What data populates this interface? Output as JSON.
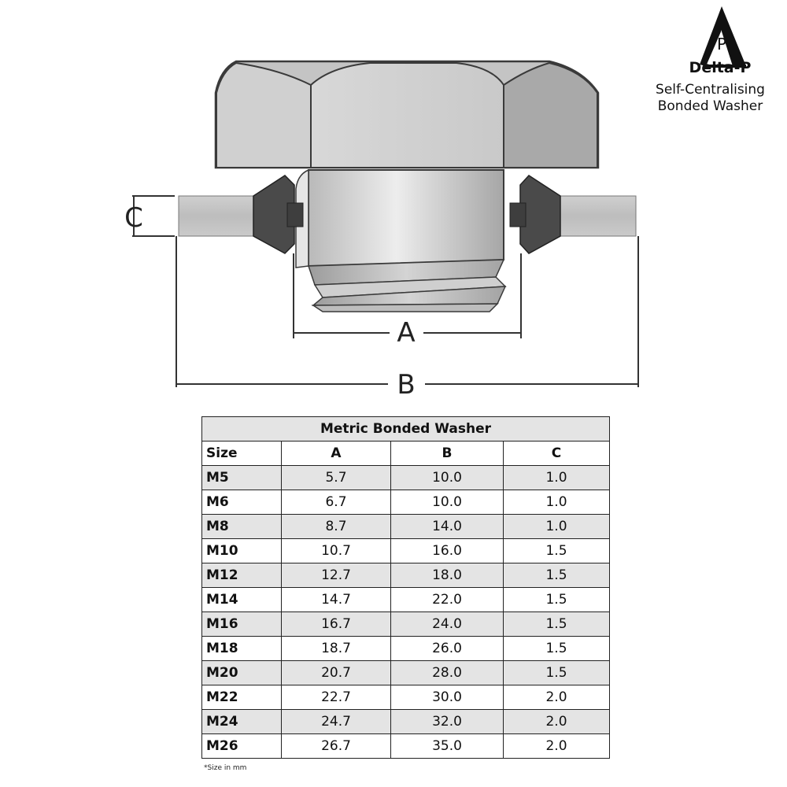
{
  "brand": {
    "logo_letter": "P",
    "name": "Delta-P"
  },
  "caption": {
    "line1": "Self-Centralising",
    "line2": "Bonded Washer"
  },
  "dimensions": {
    "a": "A",
    "b": "B",
    "c": "C"
  },
  "table": {
    "title": "Metric Bonded Washer",
    "headers": [
      "Size",
      "A",
      "B",
      "C"
    ],
    "rows": [
      [
        "M5",
        "5.7",
        "10.0",
        "1.0"
      ],
      [
        "M6",
        "6.7",
        "10.0",
        "1.0"
      ],
      [
        "M8",
        "8.7",
        "14.0",
        "1.0"
      ],
      [
        "M10",
        "10.7",
        "16.0",
        "1.5"
      ],
      [
        "M12",
        "12.7",
        "18.0",
        "1.5"
      ],
      [
        "M14",
        "14.7",
        "22.0",
        "1.5"
      ],
      [
        "M16",
        "16.7",
        "24.0",
        "1.5"
      ],
      [
        "M18",
        "18.7",
        "26.0",
        "1.5"
      ],
      [
        "M20",
        "20.7",
        "28.0",
        "1.5"
      ],
      [
        "M22",
        "22.7",
        "30.0",
        "2.0"
      ],
      [
        "M24",
        "24.7",
        "32.0",
        "2.0"
      ],
      [
        "M26",
        "26.7",
        "35.0",
        "2.0"
      ]
    ]
  },
  "footnote": "*Size in mm"
}
